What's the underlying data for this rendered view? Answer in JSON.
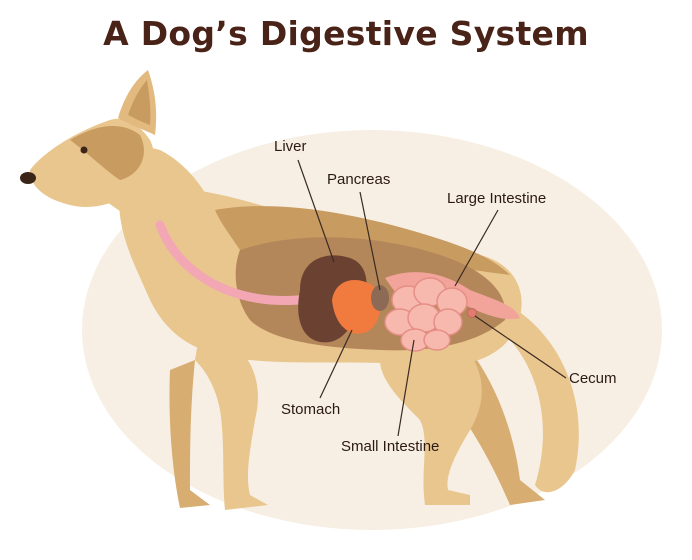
{
  "title": "A Dog’s Digestive System",
  "labels": {
    "liver": "Liver",
    "pancreas": "Pancreas",
    "large_intestine": "Large Intestine",
    "cecum": "Cecum",
    "stomach": "Stomach",
    "small_intestine": "Small Intestine"
  },
  "colors": {
    "background_oval": "#f7efe4",
    "dog_body": "#e9c68d",
    "dog_shade": "#c89b60",
    "cavity": "#b3875a",
    "esophagus": "#f3a6b3",
    "liver": "#6b4131",
    "stomach": "#f17b3e",
    "pancreas": "#8c6a55",
    "intestine": "#f7b9ad",
    "title": "#4a2318",
    "leader_lines": "#3a2a22"
  }
}
